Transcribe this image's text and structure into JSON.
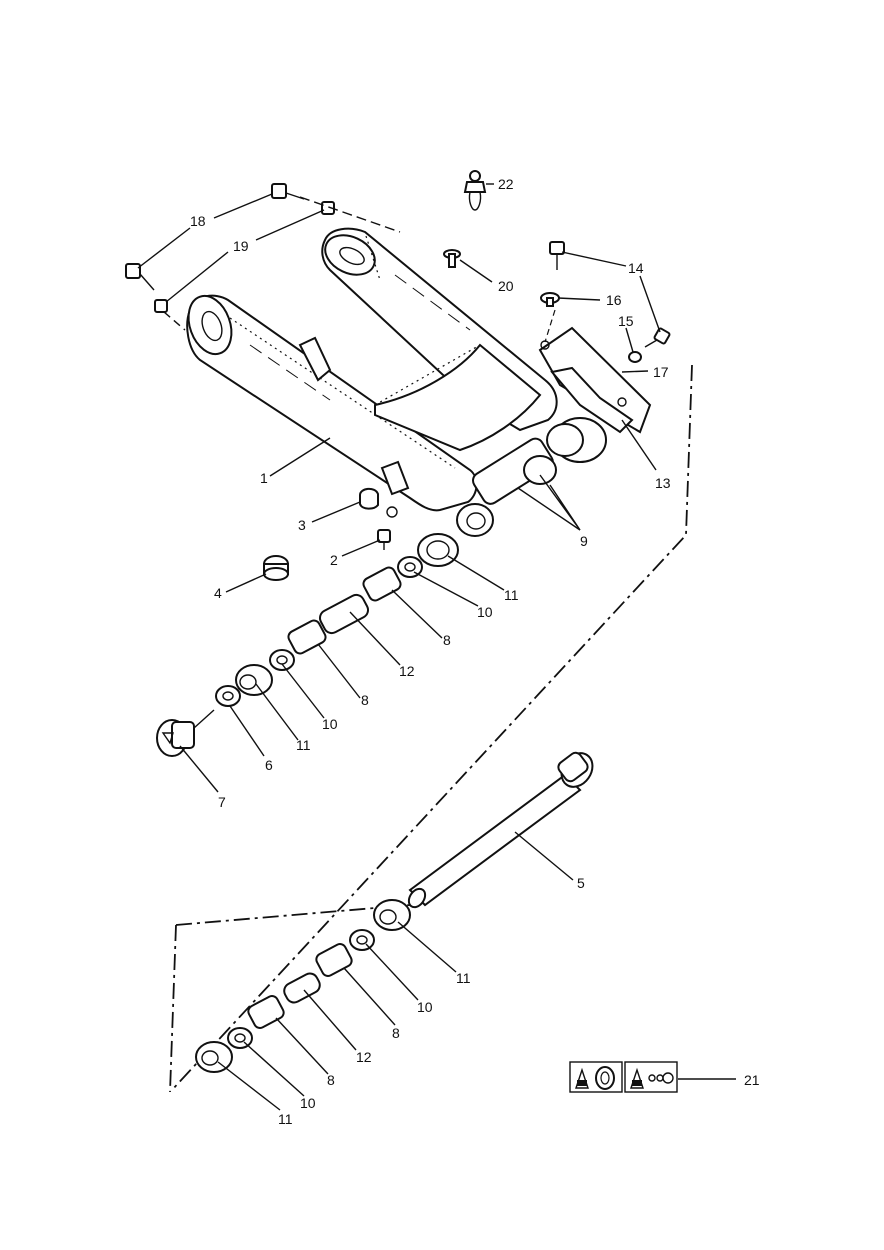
{
  "diagram": {
    "callouts": [
      {
        "id": "c1",
        "label": "1"
      },
      {
        "id": "c2",
        "label": "2"
      },
      {
        "id": "c3",
        "label": "3"
      },
      {
        "id": "c4",
        "label": "4"
      },
      {
        "id": "c5",
        "label": "5"
      },
      {
        "id": "c6",
        "label": "6"
      },
      {
        "id": "c7",
        "label": "7"
      },
      {
        "id": "c8a",
        "label": "8"
      },
      {
        "id": "c8b",
        "label": "8"
      },
      {
        "id": "c8c",
        "label": "8"
      },
      {
        "id": "c8d",
        "label": "8"
      },
      {
        "id": "c9",
        "label": "9"
      },
      {
        "id": "c10a",
        "label": "10"
      },
      {
        "id": "c10b",
        "label": "10"
      },
      {
        "id": "c10c",
        "label": "10"
      },
      {
        "id": "c10d",
        "label": "10"
      },
      {
        "id": "c11a",
        "label": "11"
      },
      {
        "id": "c11b",
        "label": "11"
      },
      {
        "id": "c11c",
        "label": "11"
      },
      {
        "id": "c11d",
        "label": "11"
      },
      {
        "id": "c12a",
        "label": "12"
      },
      {
        "id": "c12b",
        "label": "12"
      },
      {
        "id": "c13",
        "label": "13"
      },
      {
        "id": "c14",
        "label": "14"
      },
      {
        "id": "c15",
        "label": "15"
      },
      {
        "id": "c16",
        "label": "16"
      },
      {
        "id": "c17",
        "label": "17"
      },
      {
        "id": "c18",
        "label": "18"
      },
      {
        "id": "c19",
        "label": "19"
      },
      {
        "id": "c20",
        "label": "20"
      },
      {
        "id": "c21",
        "label": "21"
      },
      {
        "id": "c22",
        "label": "22"
      }
    ]
  }
}
